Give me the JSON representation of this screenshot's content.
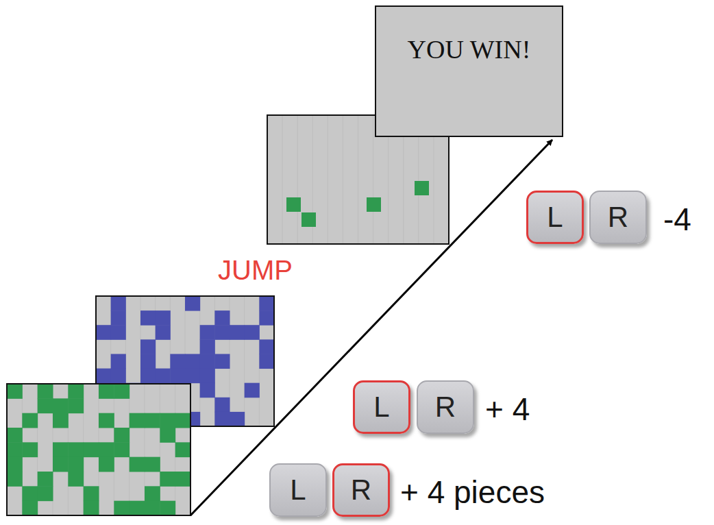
{
  "diagram": {
    "nodes": [
      {
        "text": [
          "YOU WIN!"
        ]
      },
      {
        "text": [
          "L"
        ]
      },
      {
        "text": [
          "R"
        ]
      },
      {
        "text": [
          "L"
        ]
      },
      {
        "text": [
          "R"
        ]
      },
      {
        "text": [
          "L"
        ]
      },
      {
        "text": [
          "R"
        ]
      }
    ],
    "labels": [
      "JUMP",
      "-4",
      "+ 4",
      "+ 4 pieces"
    ]
  }
}
